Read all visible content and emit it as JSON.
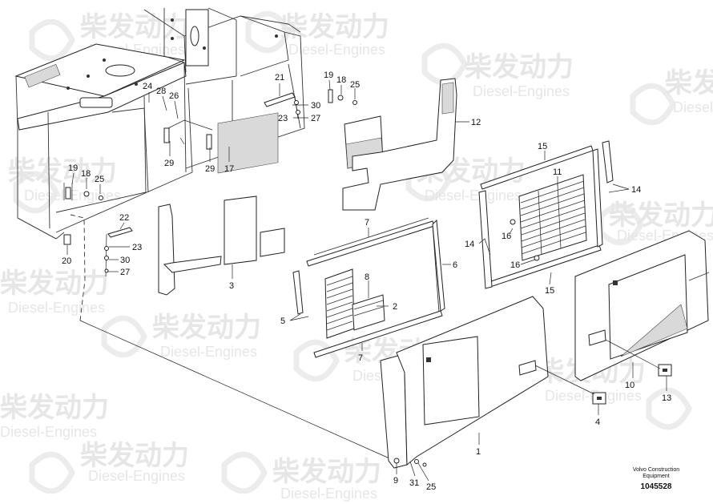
{
  "watermark": {
    "cn": "柴发动力",
    "en": "Diesel-Engines"
  },
  "callouts": {
    "c1": "1",
    "c2": "2",
    "c3": "3",
    "c4": "4",
    "c5": "5",
    "c6": "6",
    "c7a": "7",
    "c7b": "7",
    "c8": "8",
    "c9": "9",
    "c10": "10",
    "c11": "11",
    "c12": "12",
    "c13": "13",
    "c14a": "14",
    "c14b": "14",
    "c15a": "15",
    "c15b": "15",
    "c16a": "16",
    "c16b": "16",
    "c17": "17",
    "c18a": "18",
    "c18b": "18",
    "c19a": "19",
    "c19b": "19",
    "c20": "20",
    "c21": "21",
    "c22": "22",
    "c23a": "23",
    "c23b": "23",
    "c24": "24",
    "c25a": "25",
    "c25b": "25",
    "c25c": "25",
    "c26": "26",
    "c27a": "27",
    "c27b": "27",
    "c28": "28",
    "c29a": "29",
    "c29b": "29",
    "c30a": "30",
    "c30b": "30",
    "c31": "31"
  },
  "footer": {
    "brand_line1": "Volvo Construction",
    "brand_line2": "Equipment",
    "doc_number": "1045528"
  }
}
